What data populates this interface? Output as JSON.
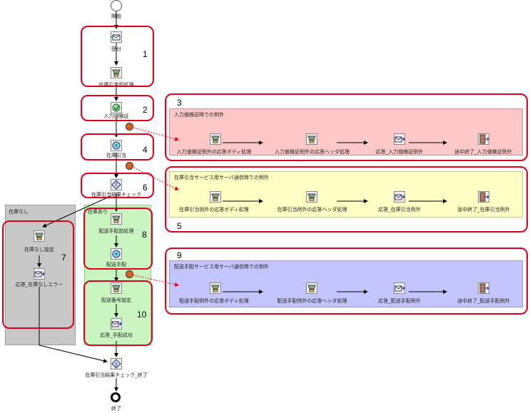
{
  "start_label": "開始",
  "end_label": "終了",
  "flow": {
    "receive": "受付",
    "pre_process": "在庫引当前処理",
    "input_check": "入力値検証",
    "allocate": "在庫引当",
    "result_check": "在庫引当結果チェック",
    "delivery_pre": "配送手配前処理",
    "delivery": "配送手配",
    "delivery_no_set": "配送番号設定",
    "reply_success": "応答_手配成功",
    "result_check_end": "在庫引当結果チェック_終了"
  },
  "lane_in_stock": {
    "title": "在庫あり"
  },
  "lane_no_stock": {
    "title": "在庫なし",
    "set": "在庫なし設定",
    "reply_error": "応答_在庫なしエラー"
  },
  "exception_input": {
    "title": "入力値検証時での例外",
    "steps": [
      "入力値検証例外の応答ボディ処理",
      "入力値検証例外の応答ヘッダ処理",
      "応答_入力値検証例外",
      "途中終了_入力値検証例外"
    ]
  },
  "exception_allocate": {
    "title": "在庫引当サービス用サーバ通信時での例外",
    "steps": [
      "在庫引当例外の応答ボディ処理",
      "在庫引当例外の応答ヘッダ処理",
      "応答_在庫引当例外",
      "途中終了_在庫引当例外"
    ]
  },
  "exception_delivery": {
    "title": "配送手配サービス用サーバ通信時での例外",
    "steps": [
      "配送手配例外の応答ボディ処理",
      "配送手配例外の応答ヘッダ処理",
      "応答_配送手配例外",
      "途中終了_配送手配例外"
    ]
  },
  "callouts": [
    "1",
    "2",
    "3",
    "4",
    "5",
    "6",
    "7",
    "8",
    "9",
    "10"
  ],
  "colors": {
    "callout_border": "#e0001a",
    "exception_input_bg": "#ffc8c8",
    "exception_allocate_bg": "#ffffc4",
    "exception_delivery_bg": "#c4c4ff",
    "in_stock_bg": "#c8f5c0",
    "no_stock_bg": "#c8c8c8"
  }
}
